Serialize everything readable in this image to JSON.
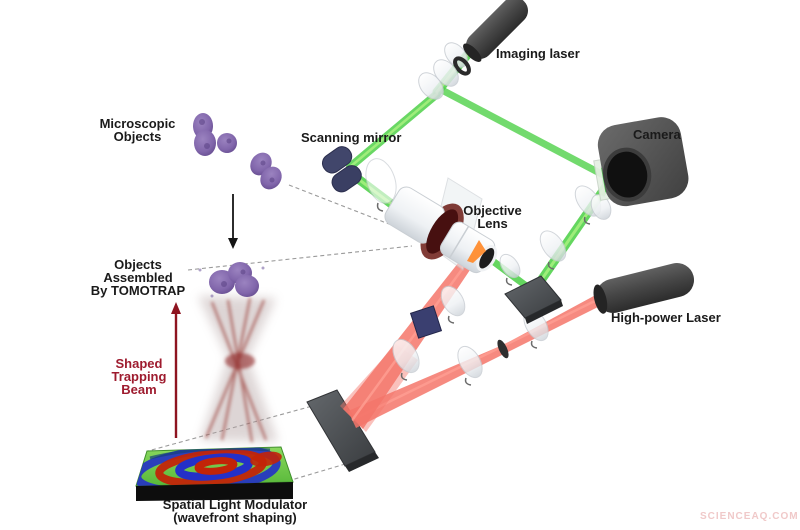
{
  "figure": {
    "type": "optical-setup-diagram",
    "labels": {
      "imaging_laser": "Imaging laser",
      "camera": "Camera",
      "scanning_mirror": "Scanning mirror",
      "objective_lens": [
        "Objective",
        "Lens"
      ],
      "microscopic_objects": [
        "Microscopic",
        "Objects"
      ],
      "objects_assembled": [
        "Objects",
        "Assembled",
        "By TOMOTRAP"
      ],
      "shaped_trapping_beam": [
        "Shaped",
        "Trapping",
        "Beam"
      ],
      "high_power_laser": "High-power Laser",
      "slm": [
        "Spatial Light Modulator",
        "(wavefront shaping)"
      ]
    },
    "watermark": "SCIENCEAQ.COM",
    "colors": {
      "imaging_beam_green": "#4fd149",
      "trapping_beam_red": "#f4756a",
      "label_black": "#1a1a1a",
      "trapping_label_red": "#9e1b2e",
      "arrow_dark_red": "#8e1420",
      "cell_purple": "#8166ab",
      "slm_plate_green": "#74cf4b",
      "watermark_pink": "#f0c9c9"
    }
  }
}
